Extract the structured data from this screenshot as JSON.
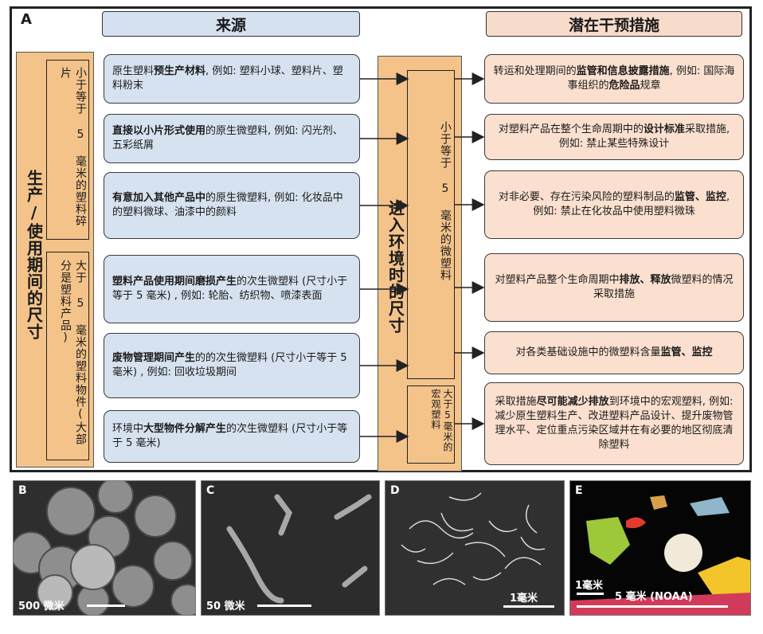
{
  "panel_a": {
    "letter": "A",
    "header_source": "来源",
    "header_measures": "潜在干预措施",
    "left_outer": "生产/使用期间的尺寸",
    "left_small": "小于等于 5 毫米的塑料碎片",
    "left_large": "大于 5 毫米的塑料物件(大部分是塑料产品)",
    "middle_outer": "进入环境时的尺寸",
    "middle_small": "小于等于 5 毫米的微塑料",
    "middle_large": "大于5毫米的宏观塑料",
    "sources": [
      {
        "pre": "原生塑料",
        "bold": "预生产材料",
        "post": ", 例如: 塑料小球、塑料片、塑料粉末"
      },
      {
        "pre": "",
        "bold": "直接以小片形式使用",
        "post": "的原生微塑料, 例如: 闪光剂、五彩纸屑"
      },
      {
        "pre": "",
        "bold": "有意加入其他产品中",
        "post": "的原生微塑料, 例如: 化妆品中的塑料微球、油漆中的颜料"
      },
      {
        "pre": "",
        "bold": "塑料产品使用期间磨损产生",
        "post": "的次生微塑料 (尺寸小于等于 5 毫米) , 例如: 轮胎、纺织物、喷漆表面"
      },
      {
        "pre": "",
        "bold": "废物管理期间产生",
        "post": "的的次生微塑料 (尺寸小于等于 5 毫米) , 例如: 回收垃圾期间"
      },
      {
        "pre": "环境中",
        "bold": "大型物件分解产生",
        "post": "的次生微塑料 (尺寸小于等于 5 毫米)"
      }
    ],
    "measures": [
      {
        "pre": "转运和处理期间的",
        "bold": "监管和信息披露措施",
        "mid": ", 例如: 国际海事组织的",
        "bold2": "危险品",
        "post": "规章"
      },
      {
        "pre": "对塑料产品在整个生命周期中的",
        "bold": "设计标准",
        "mid": "采取措施, 例如: 禁止某些特殊设计",
        "bold2": "",
        "post": ""
      },
      {
        "pre": "对非必要、存在污染风险的塑料制品的",
        "bold": "监管、监控",
        "mid": ", 例如: 禁止在化妆品中使用塑料微珠",
        "bold2": "",
        "post": ""
      },
      {
        "pre": "对塑料产品整个生命周期中",
        "bold": "排放、释放",
        "mid": "微塑料的情况采取措施",
        "bold2": "",
        "post": ""
      },
      {
        "pre": "对各类基础设施中的微塑料含量",
        "bold": "监管、监控",
        "mid": "",
        "bold2": "",
        "post": ""
      },
      {
        "pre": "采取措施",
        "bold": "尽可能减少排放",
        "mid": "到环境中的宏观塑料, 例如: 减少原生塑料生产、改进塑料产品设计、提升废物管理水平、定位重点污染区域并在有必要的地区彻底清除塑料",
        "bold2": "",
        "post": ""
      }
    ]
  },
  "photos": [
    {
      "letter": "B",
      "scale": "500 微米"
    },
    {
      "letter": "C",
      "scale": "50 微米"
    },
    {
      "letter": "D",
      "scale": "1毫米"
    },
    {
      "letter": "E",
      "scale_small": "1毫米",
      "scale_large": "5 毫米 (NOAA)"
    }
  ],
  "colors": {
    "source_box": "#d6e2f0",
    "measure_box": "#fbe0cf",
    "size_box": "#f3c38a"
  }
}
